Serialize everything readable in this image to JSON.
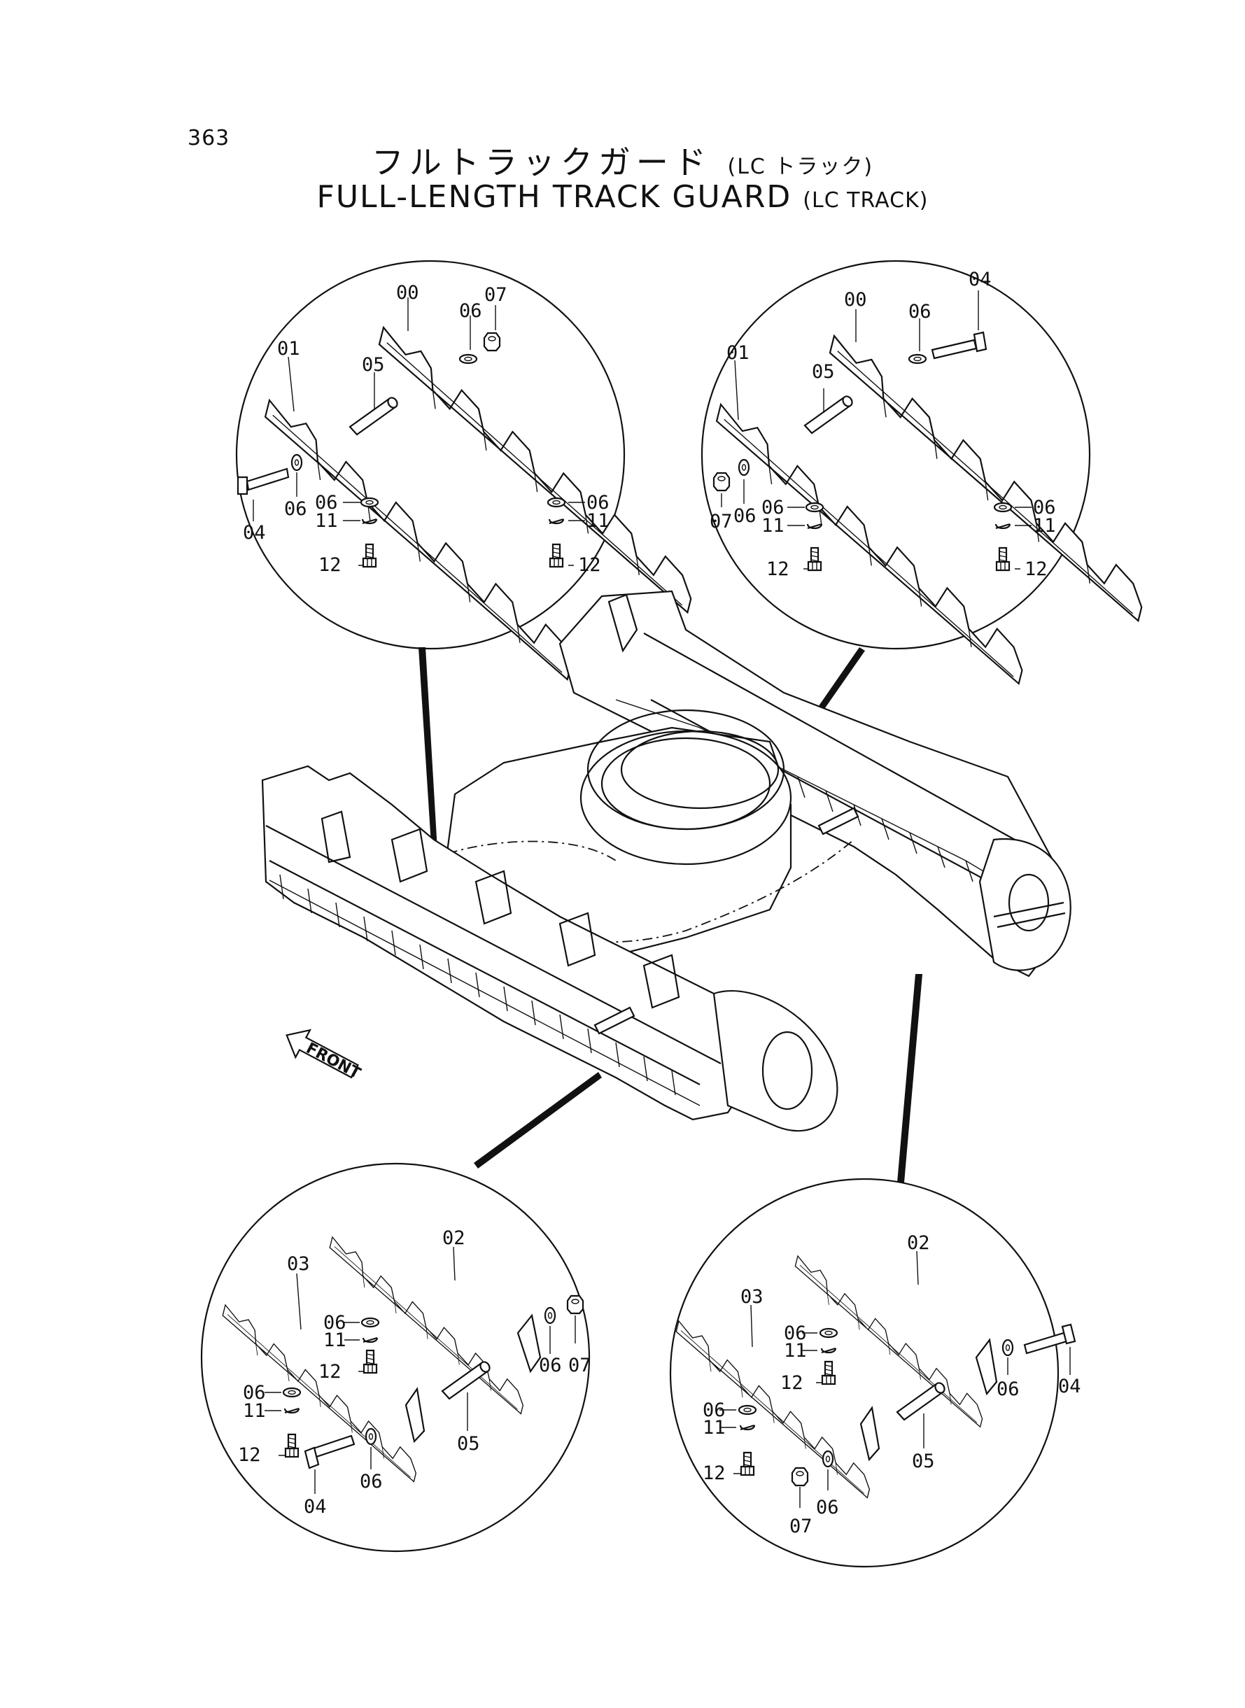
{
  "page_number": "363",
  "title": {
    "japanese": "フルトラックガード",
    "japanese_suffix": "(LC トラック)",
    "english": "FULL-LENGTH TRACK GUARD",
    "english_suffix": "(LC TRACK)"
  },
  "front_label": "FRONT",
  "details": [
    {
      "id": "upper-left",
      "labels": [
        "00",
        "07",
        "06",
        "01",
        "05",
        "04",
        "06",
        "06",
        "11",
        "12",
        "06",
        "11",
        "12"
      ]
    },
    {
      "id": "upper-right",
      "labels": [
        "04",
        "00",
        "06",
        "01",
        "05",
        "07",
        "06",
        "06",
        "11",
        "12",
        "06",
        "11",
        "12"
      ]
    },
    {
      "id": "lower-left",
      "labels": [
        "02",
        "03",
        "06",
        "11",
        "12",
        "06",
        "07",
        "06",
        "11",
        "12",
        "05",
        "06",
        "04"
      ]
    },
    {
      "id": "lower-right",
      "labels": [
        "02",
        "03",
        "06",
        "11",
        "12",
        "04",
        "06",
        "06",
        "11",
        "12",
        "05",
        "07",
        "06"
      ]
    }
  ],
  "icons": [
    "front-arrow-icon",
    "bolt-icon",
    "washer-icon",
    "nut-icon",
    "pin-icon"
  ]
}
